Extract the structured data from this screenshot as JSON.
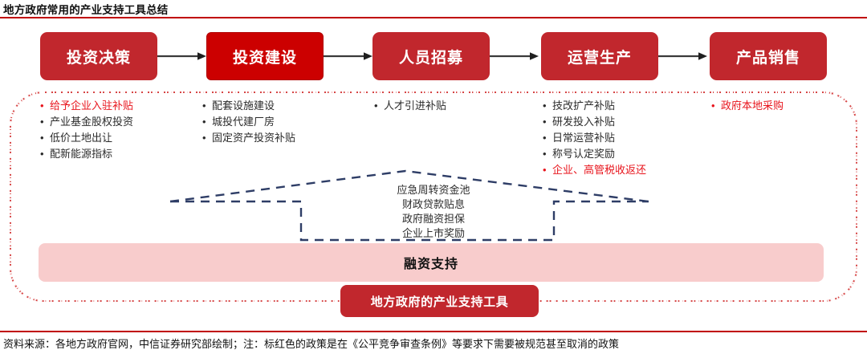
{
  "title": "地方政府常用的产业支持工具总结",
  "accent_color": "#C00000",
  "stage_color": "#C1272D",
  "highlight_text_color": "#E8151D",
  "financing_bar_color": "#F8CCCC",
  "funnel_color": "#2E3D66",
  "stages": [
    {
      "label": "投资决策"
    },
    {
      "label": "投资建设"
    },
    {
      "label": "人员招募"
    },
    {
      "label": "运营生产"
    },
    {
      "label": "产品销售"
    }
  ],
  "columns": [
    {
      "items": [
        {
          "text": "给予企业入驻补贴",
          "highlight": true
        },
        {
          "text": "产业基金股权投资",
          "highlight": false
        },
        {
          "text": "低价土地出让",
          "highlight": false
        },
        {
          "text": "配新能源指标",
          "highlight": false
        }
      ]
    },
    {
      "items": [
        {
          "text": "配套设施建设",
          "highlight": false
        },
        {
          "text": "城投代建厂房",
          "highlight": false
        },
        {
          "text": "固定资产投资补贴",
          "highlight": false
        }
      ]
    },
    {
      "items": [
        {
          "text": "人才引进补贴",
          "highlight": false
        }
      ]
    },
    {
      "items": [
        {
          "text": "技改扩产补贴",
          "highlight": false
        },
        {
          "text": "研发投入补贴",
          "highlight": false
        },
        {
          "text": "日常运营补贴",
          "highlight": false
        },
        {
          "text": "称号认定奖励",
          "highlight": false
        },
        {
          "text": "企业、高管税收返还",
          "highlight": true
        }
      ]
    },
    {
      "items": [
        {
          "text": "政府本地采购",
          "highlight": true
        }
      ]
    }
  ],
  "finance_items": [
    "应急周转资金池",
    "财政贷款贴息",
    "政府融资担保",
    "企业上市奖励"
  ],
  "financing_bar_label": "融资支持",
  "summary_label": "地方政府的产业支持工具",
  "bullet_glyph": "•",
  "source_note": "资料来源：各地方政府官网，中信证券研究部绘制；注：标红色的政策是在《公平竞争审查条例》等要求下需要被规范甚至取消的政策"
}
